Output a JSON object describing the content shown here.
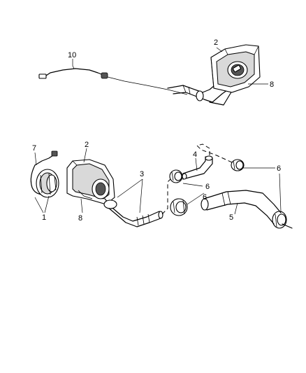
{
  "callouts": {
    "c10": "10",
    "c2_top": "2",
    "c8_top": "8",
    "c7": "7",
    "c1": "1",
    "c2_mid": "2",
    "c8_mid": "8",
    "c3": "3",
    "c4": "4",
    "c6_a": "6",
    "c6_b": "6",
    "c6_c": "6",
    "c5": "5"
  }
}
